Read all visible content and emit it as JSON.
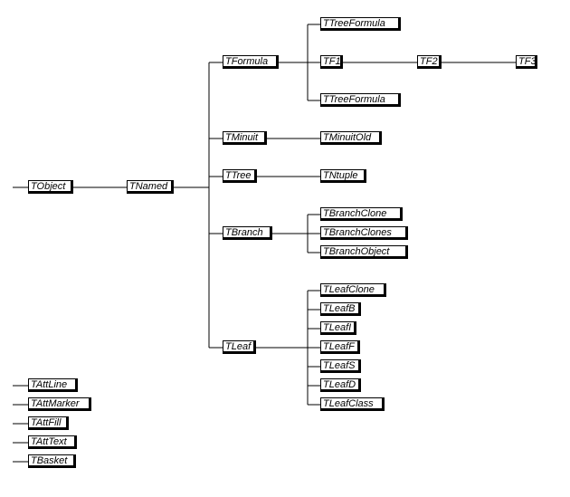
{
  "diagram": {
    "nodes": {
      "tobject": "TObject",
      "tnamed": "TNamed",
      "tformula": "TFormula",
      "ttreeformula_top": "TTreeFormula",
      "tf1": "TF1",
      "tf2": "TF2",
      "tf3": "TF3",
      "ttreeformula_bottom": "TTreeFormula",
      "tminuit": "TMinuit",
      "tminuitold": "TMinuitOld",
      "ttree": "TTree",
      "tntuple": "TNtuple",
      "tbranch": "TBranch",
      "tbranchclone": "TBranchClone",
      "tbranchclones": "TBranchClones",
      "tbranchobject": "TBranchObject",
      "tleaf": "TLeaf",
      "tleafclone": "TLeafClone",
      "tleafb": "TLeafB",
      "tleafi": "TLeafI",
      "tleaff": "TLeafF",
      "tleafs": "TLeafS",
      "tleafd": "TLeafD",
      "tleafclass": "TLeafClass",
      "tattline": "TAttLine",
      "tattmarker": "TAttMarker",
      "tattfill": "TAttFill",
      "tatttext": "TAttText",
      "tbasket": "TBasket"
    }
  }
}
